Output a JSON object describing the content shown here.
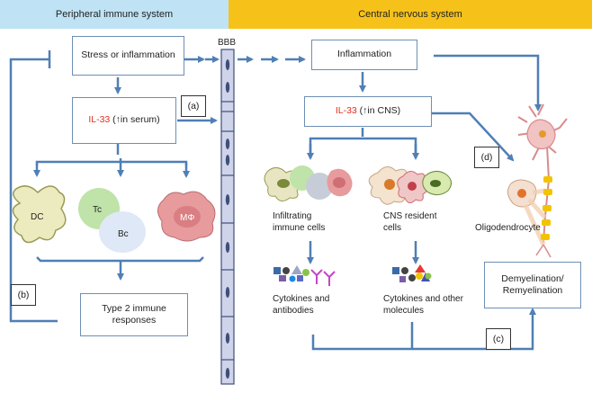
{
  "headers": {
    "peripheral": "Peripheral immune system",
    "central": "Central nervous system"
  },
  "bbb_label": "BBB",
  "boxes": {
    "stress": "Stress or inflammation",
    "il33_serum_marker": "IL-33",
    "il33_serum_rest": "(↑in serum)",
    "type2": "Type 2 immune responses",
    "inflammation": "Inflammation",
    "il33_cns_marker": "IL-33",
    "il33_cns_rest": "(↑in CNS)",
    "demyelination": "Demyelination/ Remyelination"
  },
  "tags": {
    "a": "(a)",
    "b": "(b)",
    "c": "(c)",
    "d": "(d)"
  },
  "cells": {
    "dc": "DC",
    "tc": "Tc",
    "bc": "Bc",
    "mphi": "MΦ"
  },
  "labels": {
    "infiltrating": "Infiltrating immune cells",
    "cns_resident": "CNS resident cells",
    "cytokines_antibodies": "Cytokines and antibodies",
    "cytokines_other": "Cytokines and other molecules",
    "oligodendrocyte": "Oligodendrocyte"
  },
  "colors": {
    "arrow": "#4f7fb5",
    "il33": "#e0301e",
    "peripheral_banner": "#bfe3f5",
    "central_banner": "#f6c21a",
    "bbb_fill": "#cfd4ea"
  }
}
